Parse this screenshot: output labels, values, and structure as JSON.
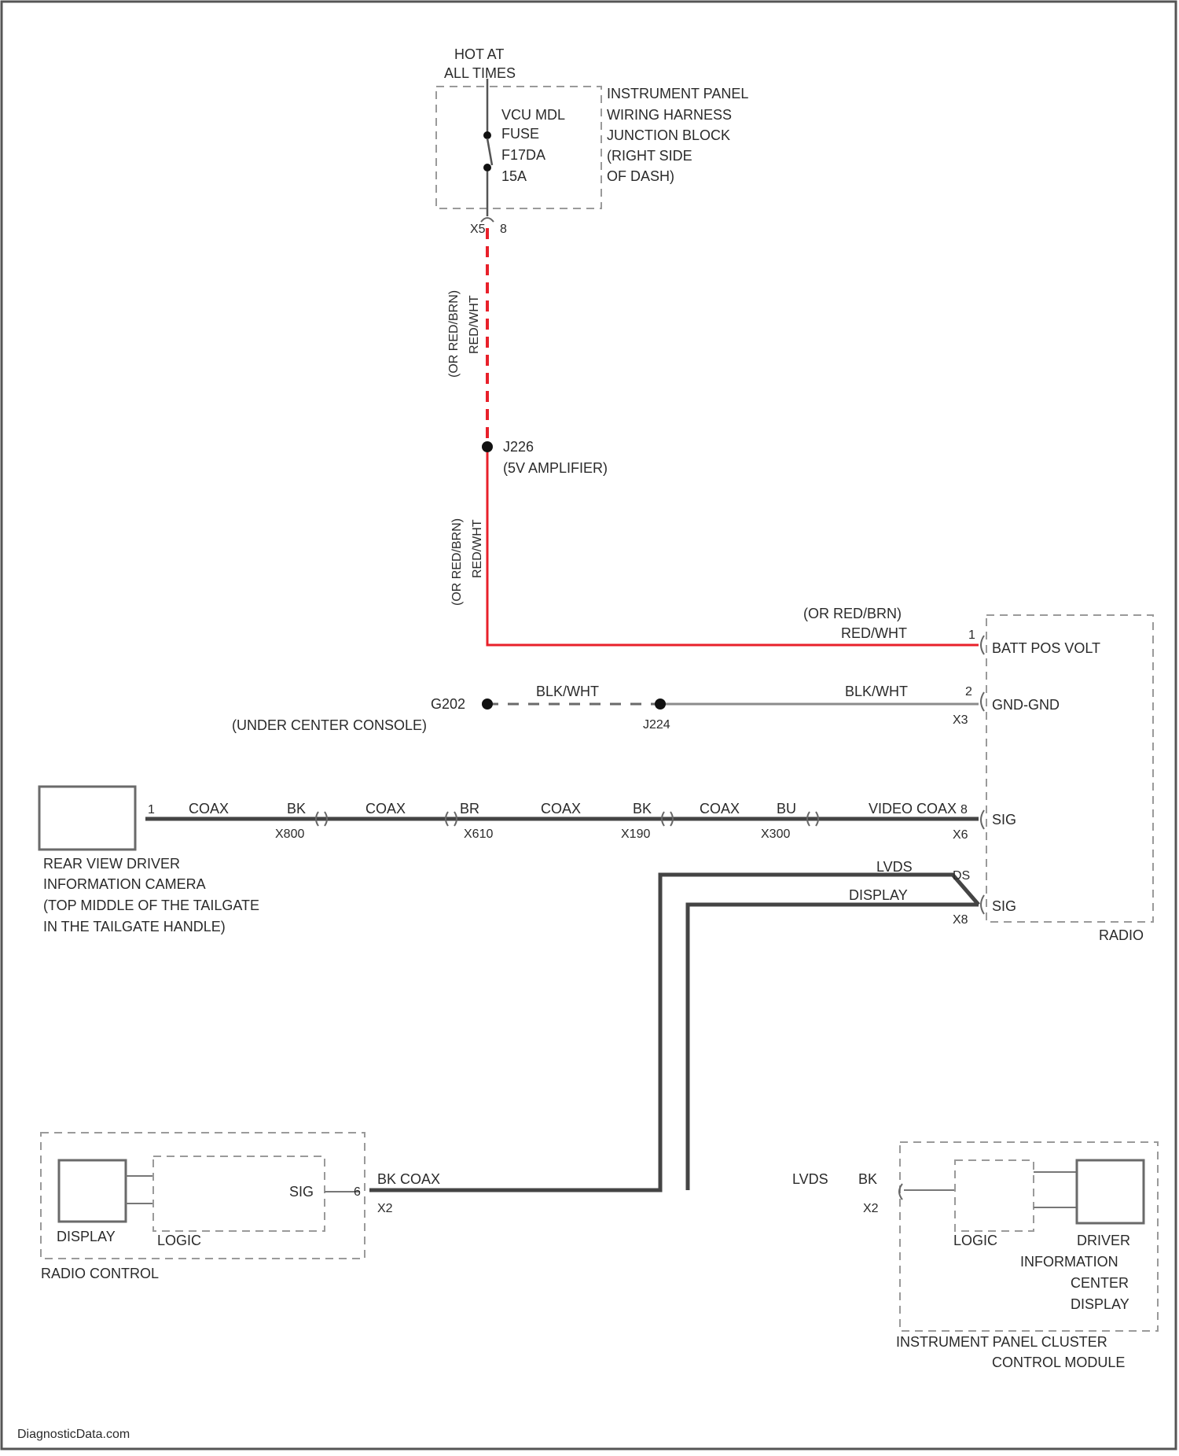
{
  "colors": {
    "battery_wire": "#e8202a",
    "ground_wire": "#8c8c8c",
    "signal_wire": "#444444",
    "module_outline": "#9a9a9a"
  },
  "fuse_block": {
    "hot_at_all_times": [
      "HOT AT",
      "ALL TIMES"
    ],
    "fuse": [
      "VCU MDL",
      "FUSE",
      "F17DA",
      "15A"
    ],
    "location": [
      "INSTRUMENT PANEL",
      "WIRING HARNESS",
      "JUNCTION BLOCK",
      "(RIGHT SIDE",
      "OF DASH)"
    ],
    "connector_left": "X5",
    "connector_right": "8"
  },
  "upper_wire_label": [
    "(OR RED/BRN)",
    "RED/WHT"
  ],
  "splice_j226": {
    "id": "J226",
    "desc": "(5V AMPLIFIER)"
  },
  "lower_wire_label": [
    "(OR RED/BRN)",
    "RED/WHT"
  ],
  "horizontal_batt_wire_label": [
    "(OR RED/BRN)",
    "RED/WHT"
  ],
  "radio": {
    "name": "RADIO",
    "pins": {
      "batt": {
        "num": "1",
        "label": "BATT POS VOLT"
      },
      "gnd": {
        "num": "2",
        "label": "GND-GND",
        "conn": "X3"
      },
      "sig": {
        "label": "SIG",
        "conn": "X6"
      },
      "disp": {
        "label": "SIG",
        "conn": "X8"
      }
    }
  },
  "ground": {
    "id": "G202",
    "location": "(UNDER CENTER CONSOLE)",
    "wire_label_left": "BLK/WHT",
    "wire_label_right": "BLK/WHT",
    "splice": "J224"
  },
  "camera": {
    "pin": "1",
    "description": [
      "REAR VIEW DRIVER",
      "INFORMATION CAMERA",
      "(TOP MIDDLE OF THE TAILGATE",
      "IN THE TAILGATE HANDLE)"
    ]
  },
  "coax_run": {
    "segments": [
      "COAX",
      "COAX",
      "COAX",
      "COAX"
    ],
    "wire_colors": [
      "BK",
      "BR",
      "BK",
      "BU"
    ],
    "connectors": [
      "X800",
      "X610",
      "X190",
      "X300"
    ],
    "end_label": "VIDEO COAX",
    "end_marker": "8"
  },
  "lvds": {
    "upper_label": "LVDS",
    "upper_marker": "DS",
    "lower_label": "DISPLAY"
  },
  "radio_control": {
    "display_label": "DISPLAY",
    "logic_label": "LOGIC",
    "sig_label": "SIG",
    "pin": "6",
    "conn": "X2",
    "wire_label": "BK COAX",
    "title": "RADIO CONTROL"
  },
  "cluster": {
    "lvds_label": "LVDS",
    "bk_label": "BK",
    "conn": "X2",
    "logic_label": "LOGIC",
    "display_label": [
      "DRIVER",
      "INFORMATION",
      "CENTER",
      "DISPLAY"
    ],
    "title": [
      "INSTRUMENT PANEL CLUSTER",
      "CONTROL MODULE"
    ]
  },
  "watermark": "DiagnosticData.com"
}
